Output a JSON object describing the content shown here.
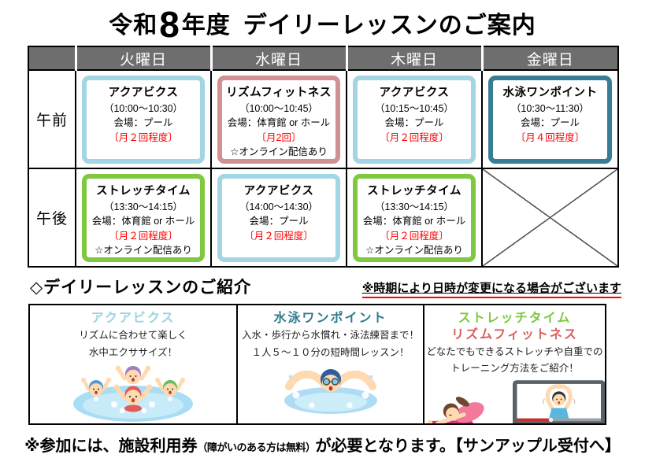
{
  "colors": {
    "header_bg": "#6e6e6e",
    "lesson_border_lightblue": "#a3d5e4",
    "lesson_border_pink": "#d09191",
    "lesson_border_teal": "#377e92",
    "lesson_border_green": "#7ec940",
    "frequency_red": "#ff0000",
    "notice_underline_red": "#ff0000",
    "card_title_lightblue": "#9ed3e3",
    "card_title_teal": "#2e7b8e",
    "card_title_green": "#7cc83e",
    "card_title_red": "#d9605f"
  },
  "title": {
    "era": "令和",
    "year_big": "8",
    "nendo": "年度",
    "main": "デイリーレッスンのご案内"
  },
  "schedule": {
    "day_headers": [
      "火曜日",
      "水曜日",
      "木曜日",
      "金曜日"
    ],
    "row_labels": [
      "午前",
      "午後"
    ],
    "cells": {
      "am_tue": {
        "name": "アクアビクス",
        "time": "（10:00～10:30）",
        "venue": "会場：プール",
        "frequency": "〔月２回程度〕",
        "style": "lightblue"
      },
      "am_wed": {
        "name": "リズムフィットネス",
        "time": "（10:00～10:45）",
        "venue": "会場：体育館 or ホール",
        "frequency": "〔月2回〕",
        "note": "☆オンライン配信あり",
        "style": "pink"
      },
      "am_thu": {
        "name": "アクアビクス",
        "time": "（10:15～10:45）",
        "venue": "会場：プール",
        "frequency": "〔月２回程度〕",
        "style": "lightblue"
      },
      "am_fri": {
        "name": "水泳ワンポイント",
        "time": "（10:30～11:30）",
        "venue": "会場：プール",
        "frequency": "〔月４回程度〕",
        "style": "teal"
      },
      "pm_tue": {
        "name": "ストレッチタイム",
        "time": "（13:30～14:15）",
        "venue": "会場：体育館 or ホール",
        "frequency": "〔月２回程度〕",
        "note": "☆オンライン配信あり",
        "style": "green"
      },
      "pm_wed": {
        "name": "アクアビクス",
        "time": "（14:00～14:30）",
        "venue": "会場：プール",
        "frequency": "〔月２回程度〕",
        "style": "lightblue"
      },
      "pm_thu": {
        "name": "ストレッチタイム",
        "time": "（13:30～14:15）",
        "venue": "会場：体育館 or ホール",
        "frequency": "〔月２回程度〕",
        "note": "☆オンライン配信あり",
        "style": "green"
      },
      "pm_fri": {
        "empty": true
      }
    }
  },
  "intro": {
    "heading": "◇デイリーレッスンのご紹介",
    "notice": "※時期により日時が変更になる場合がございます",
    "cards": {
      "aquabics": {
        "title": "アクアビクス",
        "line1": "リズムに合わせて楽しく",
        "line2": "水中エクササイズ！",
        "illustration": "aqua-aerobics"
      },
      "swim": {
        "title": "水泳ワンポイント",
        "line1": "入水・歩行から水慣れ・泳法練習まで！",
        "line2": "１人５～１０分の短時間レッスン！",
        "illustration": "butterfly-swimmer"
      },
      "stretch": {
        "title1": "ストレッチタイム",
        "title2": "リズムフィットネス",
        "line1": "どなたでもできるストレッチや自重での",
        "line2": "トレーニング方法をご紹介！",
        "illustration": "stretching-and-video"
      }
    }
  },
  "footer": {
    "part1": "※参加には、施設利用券",
    "small": "（障がいのある方は無料）",
    "part2": "が必要となります。【サンアップル受付へ】"
  }
}
